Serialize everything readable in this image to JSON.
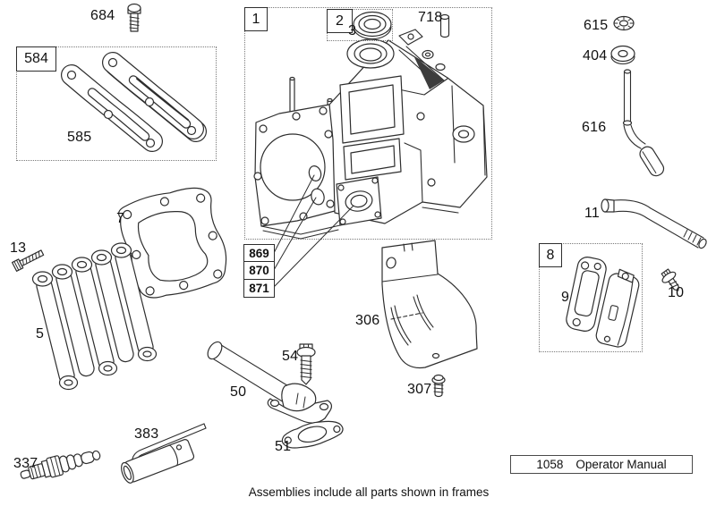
{
  "diagram": {
    "caption": "Assemblies include all parts shown in frames",
    "manual_box": {
      "number": "1058",
      "title": "Operator Manual"
    },
    "frames": {
      "f584": {
        "label": "584"
      },
      "f1": {
        "label": "1"
      },
      "f2": {
        "label": "2"
      },
      "f8": {
        "label": "8"
      }
    },
    "callouts": {
      "c684": "684",
      "c585": "585",
      "c7": "7",
      "c13": "13",
      "c5": "5",
      "c337": "337",
      "c383": "383",
      "c3": "3",
      "c718": "718",
      "c869": "869",
      "c870": "870",
      "c871": "871",
      "c306": "306",
      "c307": "307",
      "c54": "54",
      "c50": "50",
      "c51": "51",
      "c615": "615",
      "c404": "404",
      "c616": "616",
      "c11": "11",
      "c9": "9",
      "c10": "10"
    },
    "colors": {
      "line": "#2e2e2e",
      "background": "#ffffff",
      "text": "#111111"
    }
  }
}
